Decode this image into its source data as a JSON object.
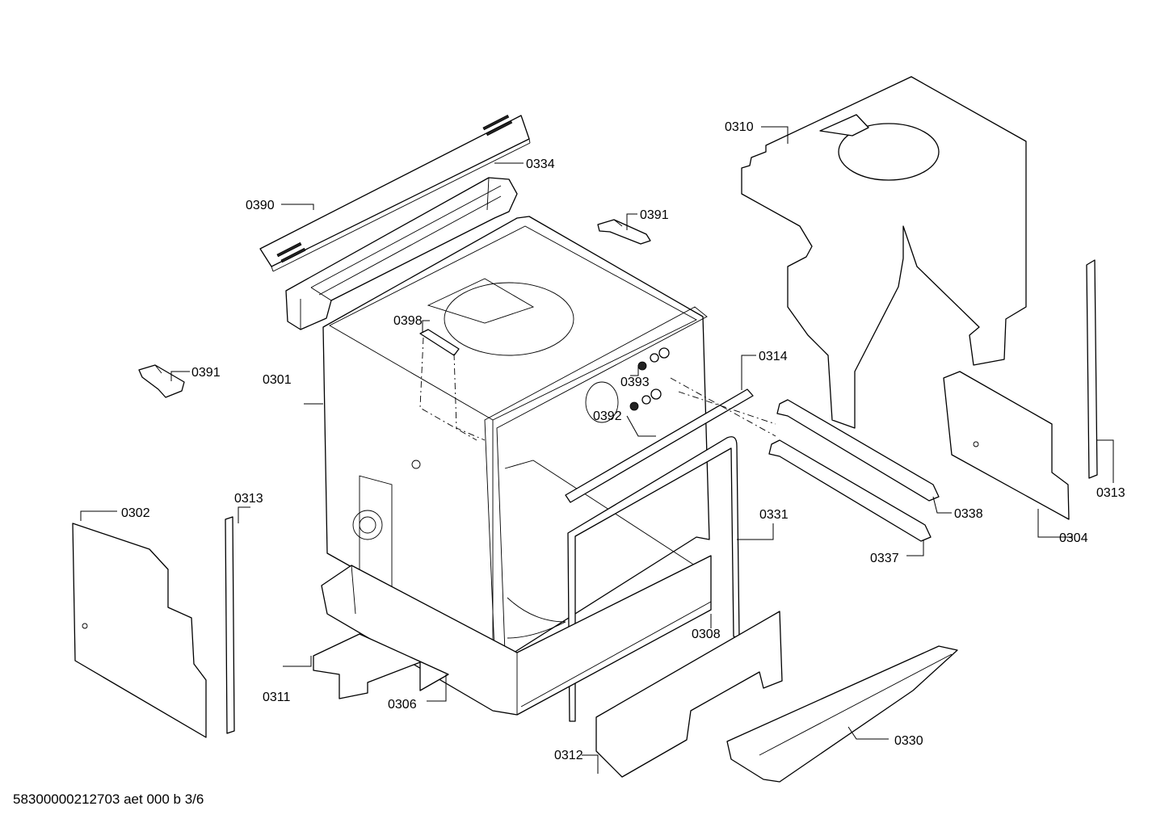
{
  "document_id": "58300000212703 aet 000 b 3/6",
  "callouts": [
    "0310",
    "0334",
    "0390",
    "0391",
    "0391",
    "0398",
    "0301",
    "0314",
    "0393",
    "0392",
    "0313",
    "0313",
    "0302",
    "0331",
    "0338",
    "0337",
    "0304",
    "0308",
    "0311",
    "0306",
    "0312",
    "0330"
  ]
}
